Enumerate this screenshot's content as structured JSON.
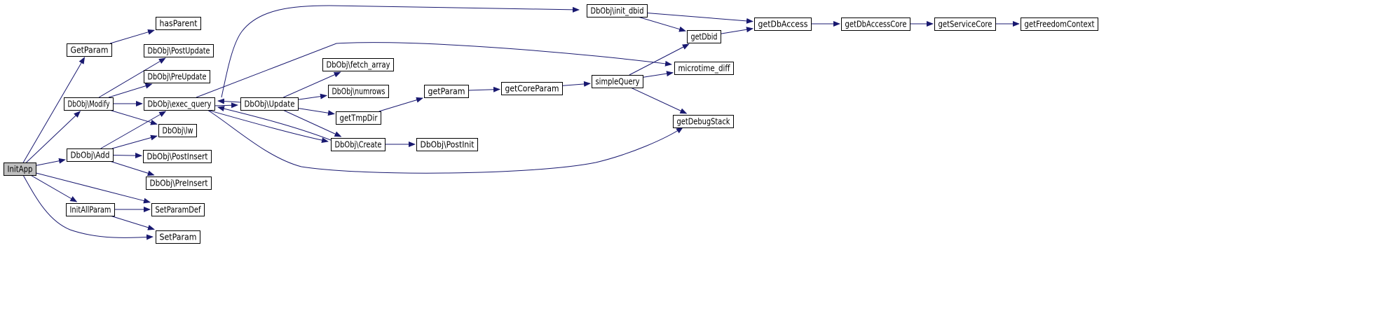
{
  "colors": {
    "edge": "#191970",
    "node_border": "#000000",
    "node_fill": "#ffffff",
    "root_fill": "#bfbfbf"
  },
  "nodes": [
    {
      "id": "InitApp",
      "label": "InitApp",
      "root": true
    },
    {
      "id": "GetParam",
      "label": "GetParam"
    },
    {
      "id": "hasParent",
      "label": "hasParent"
    },
    {
      "id": "DbObj_Modify",
      "label": "DbObj\\Modify"
    },
    {
      "id": "DbObj_PostUpdate",
      "label": "DbObj\\PostUpdate"
    },
    {
      "id": "DbObj_PreUpdate",
      "label": "DbObj\\PreUpdate"
    },
    {
      "id": "DbObj_exec_query",
      "label": "DbObj\\exec_query"
    },
    {
      "id": "DbObj_lw",
      "label": "DbObj\\lw"
    },
    {
      "id": "DbObj_Add",
      "label": "DbObj\\Add"
    },
    {
      "id": "DbObj_PostInsert",
      "label": "DbObj\\PostInsert"
    },
    {
      "id": "DbObj_PreInsert",
      "label": "DbObj\\PreInsert"
    },
    {
      "id": "InitAllParam",
      "label": "InitAllParam"
    },
    {
      "id": "SetParamDef",
      "label": "SetParamDef"
    },
    {
      "id": "SetParam",
      "label": "SetParam"
    },
    {
      "id": "DbObj_fetch_array",
      "label": "DbObj\\fetch_array"
    },
    {
      "id": "DbObj_Update",
      "label": "DbObj\\Update"
    },
    {
      "id": "DbObj_numrows",
      "label": "DbObj\\numrows"
    },
    {
      "id": "getTmpDir",
      "label": "getTmpDir"
    },
    {
      "id": "DbObj_Create",
      "label": "DbObj\\Create"
    },
    {
      "id": "DbObj_PostInit",
      "label": "DbObj\\PostInit"
    },
    {
      "id": "getParam",
      "label": "getParam"
    },
    {
      "id": "getCoreParam",
      "label": "getCoreParam"
    },
    {
      "id": "simpleQuery",
      "label": "simpleQuery"
    },
    {
      "id": "DbObj_init_dbid",
      "label": "DbObj\\init_dbid"
    },
    {
      "id": "getDbid",
      "label": "getDbid"
    },
    {
      "id": "microtime_diff",
      "label": "microtime_diff"
    },
    {
      "id": "getDebugStack",
      "label": "getDebugStack"
    },
    {
      "id": "getDbAccess",
      "label": "getDbAccess"
    },
    {
      "id": "getDbAccessCore",
      "label": "getDbAccessCore"
    },
    {
      "id": "getServiceCore",
      "label": "getServiceCore"
    },
    {
      "id": "getFreedomContext",
      "label": "getFreedomContext"
    }
  ],
  "edges": [
    {
      "from": "InitApp",
      "to": "GetParam"
    },
    {
      "from": "InitApp",
      "to": "DbObj_Modify"
    },
    {
      "from": "InitApp",
      "to": "DbObj_Add"
    },
    {
      "from": "InitApp",
      "to": "InitAllParam"
    },
    {
      "from": "InitApp",
      "to": "SetParamDef"
    },
    {
      "from": "InitApp",
      "to": "SetParam"
    },
    {
      "from": "GetParam",
      "to": "hasParent"
    },
    {
      "from": "DbObj_Modify",
      "to": "DbObj_PostUpdate"
    },
    {
      "from": "DbObj_Modify",
      "to": "DbObj_PreUpdate"
    },
    {
      "from": "DbObj_Modify",
      "to": "DbObj_exec_query"
    },
    {
      "from": "DbObj_Modify",
      "to": "DbObj_lw"
    },
    {
      "from": "DbObj_Add",
      "to": "DbObj_exec_query"
    },
    {
      "from": "DbObj_Add",
      "to": "DbObj_lw"
    },
    {
      "from": "DbObj_Add",
      "to": "DbObj_PostInsert"
    },
    {
      "from": "DbObj_Add",
      "to": "DbObj_PreInsert"
    },
    {
      "from": "InitAllParam",
      "to": "SetParamDef"
    },
    {
      "from": "InitAllParam",
      "to": "SetParam"
    },
    {
      "from": "DbObj_exec_query",
      "to": "DbObj_init_dbid"
    },
    {
      "from": "DbObj_exec_query",
      "to": "microtime_diff"
    },
    {
      "from": "DbObj_exec_query",
      "to": "DbObj_Update"
    },
    {
      "from": "DbObj_exec_query",
      "to": "DbObj_Create"
    },
    {
      "from": "DbObj_exec_query",
      "to": "getDebugStack"
    },
    {
      "from": "DbObj_Update",
      "to": "DbObj_exec_query"
    },
    {
      "from": "DbObj_Update",
      "to": "DbObj_fetch_array"
    },
    {
      "from": "DbObj_Update",
      "to": "DbObj_numrows"
    },
    {
      "from": "DbObj_Update",
      "to": "getTmpDir"
    },
    {
      "from": "DbObj_Update",
      "to": "DbObj_Create"
    },
    {
      "from": "DbObj_Create",
      "to": "DbObj_exec_query"
    },
    {
      "from": "DbObj_Create",
      "to": "DbObj_PostInit"
    },
    {
      "from": "getTmpDir",
      "to": "getParam"
    },
    {
      "from": "getParam",
      "to": "getCoreParam"
    },
    {
      "from": "getCoreParam",
      "to": "simpleQuery"
    },
    {
      "from": "simpleQuery",
      "to": "getDbid"
    },
    {
      "from": "simpleQuery",
      "to": "microtime_diff"
    },
    {
      "from": "simpleQuery",
      "to": "getDebugStack"
    },
    {
      "from": "DbObj_init_dbid",
      "to": "getDbAccess"
    },
    {
      "from": "DbObj_init_dbid",
      "to": "getDbid"
    },
    {
      "from": "getDbid",
      "to": "getDbAccess"
    },
    {
      "from": "getDbAccess",
      "to": "getDbAccessCore"
    },
    {
      "from": "getDbAccessCore",
      "to": "getServiceCore"
    },
    {
      "from": "getServiceCore",
      "to": "getFreedomContext"
    }
  ]
}
